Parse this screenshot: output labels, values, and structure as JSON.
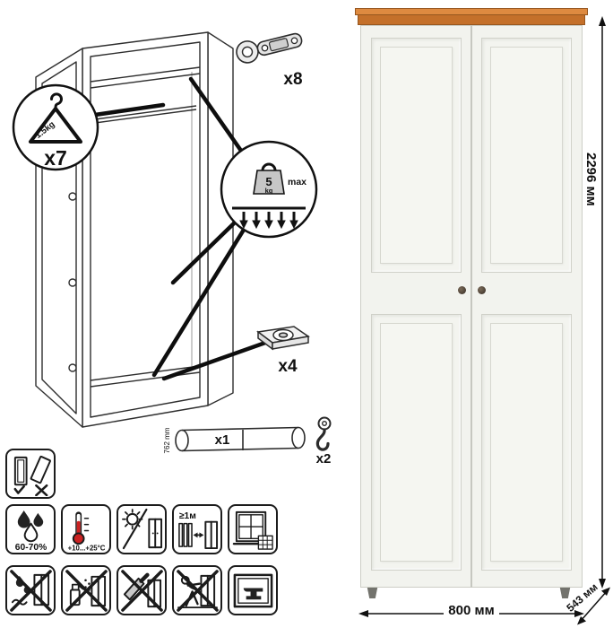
{
  "colors": {
    "wood_top": "#de8a40",
    "wood_front": "#c4702a",
    "body": "#f2f3ee",
    "outline": "#1c1c1c",
    "accent_red": "#cc2222"
  },
  "parts": {
    "hanger": {
      "count": "x7",
      "load": "1.5kg"
    },
    "hinge": {
      "count": "x8"
    },
    "shelf_load": {
      "value": "5",
      "unit": "kg",
      "qualifier": "max"
    },
    "foot": {
      "count": "x4"
    },
    "rod": {
      "count": "x1",
      "length": "762 mm"
    },
    "hook": {
      "count": "x2"
    }
  },
  "dimensions": {
    "height": "2296 мм",
    "width": "800 мм",
    "depth": "543 мм"
  },
  "care": {
    "row1": [
      {
        "name": "keep-upright",
        "label": ""
      }
    ],
    "row2": [
      {
        "name": "humidity",
        "label": "60-70%"
      },
      {
        "name": "temperature",
        "label": "+10...+25°C"
      },
      {
        "name": "avoid-direct-sunlight",
        "label": ""
      },
      {
        "name": "radiator-distance",
        "label": "≥1м"
      },
      {
        "name": "ventilation-window",
        "label": ""
      }
    ],
    "row3": [
      {
        "name": "no-wet-cleaning",
        "label": ""
      },
      {
        "name": "no-aggressive-chemicals",
        "label": ""
      },
      {
        "name": "no-sharp-abrasives",
        "label": ""
      },
      {
        "name": "do-not-drag",
        "label": ""
      },
      {
        "name": "no-heavy-objects",
        "label": ""
      }
    ]
  }
}
